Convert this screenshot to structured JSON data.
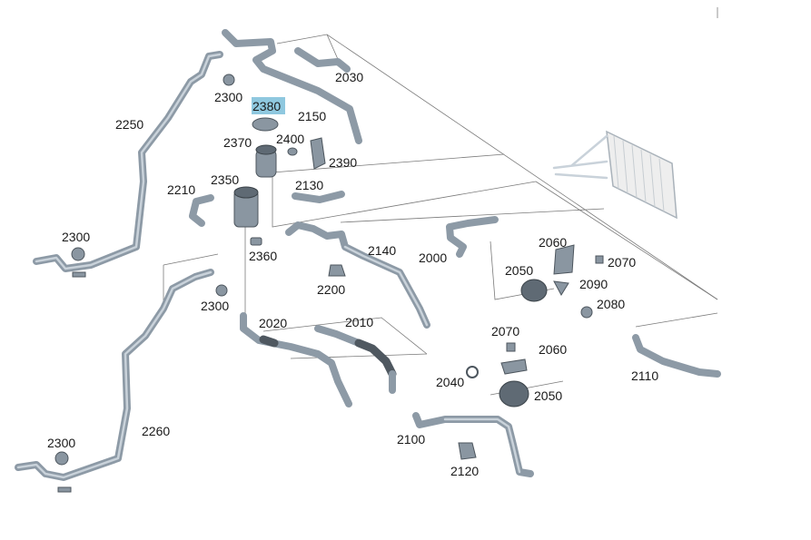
{
  "diagram": {
    "highlighted_part": "2380",
    "highlight_color": "#8fc8df",
    "hose_color": "#8d9aa6",
    "labels": {
      "p2030": "2030",
      "p2300a": "2300",
      "p2380": "2380",
      "p2150": "2150",
      "p2250": "2250",
      "p2370": "2370",
      "p2400": "2400",
      "p2390": "2390",
      "p2350": "2350",
      "p2210": "2210",
      "p2130": "2130",
      "p2300b": "2300",
      "p2360": "2360",
      "p2140": "2140",
      "p2000": "2000",
      "p2060a": "2060",
      "p2070a": "2070",
      "p2050a": "2050",
      "p2090": "2090",
      "p2200": "2200",
      "p2300c": "2300",
      "p2080": "2080",
      "p2020": "2020",
      "p2010": "2010",
      "p2070b": "2070",
      "p2060b": "2060",
      "p2110": "2110",
      "p2040": "2040",
      "p2050b": "2050",
      "p2260": "2260",
      "p2100": "2100",
      "p2300d": "2300",
      "p2120": "2120"
    }
  }
}
